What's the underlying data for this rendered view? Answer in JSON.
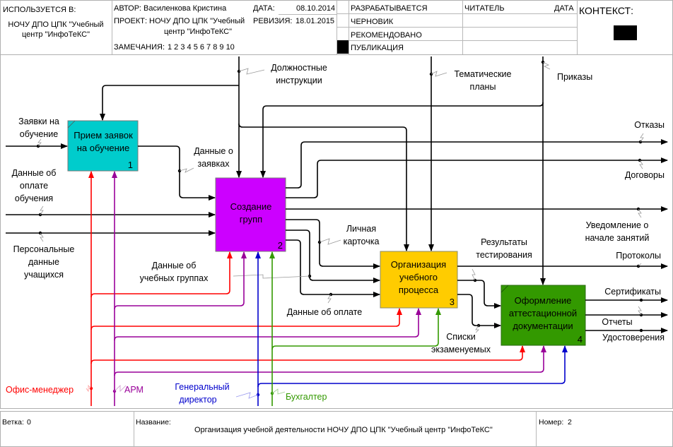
{
  "header": {
    "used_in_label": "ИСПОЛЬЗУЕТСЯ В:",
    "used_in_value_line1": "НОЧУ ДПО ЦПК \"Учебный",
    "used_in_value_line2": "центр \"ИнфоТеКС\"",
    "author_label": "АВТОР:",
    "author_value": "Василенкова Кристина",
    "date_label": "ДАТА:",
    "date_value": "08.10.2014",
    "project_label": "ПРОЕКТ:",
    "project_value_line1": "НОЧУ ДПО ЦПК \"Учебный",
    "project_value_line2": "центр \"ИнфоТеКС\"",
    "revision_label": "РЕВИЗИЯ:",
    "revision_value": "18.01.2015",
    "notes_label": "ЗАМЕЧАНИЯ:",
    "notes_value": "1 2 3 4 5 6 7 8 9 10",
    "status": [
      {
        "label": "РАЗРАБАТЫВАЕТСЯ",
        "selected": false
      },
      {
        "label": "ЧЕРНОВИК",
        "selected": false
      },
      {
        "label": "РЕКОМЕНДОВАНО",
        "selected": false
      },
      {
        "label": "ПУБЛИКАЦИЯ",
        "selected": true
      }
    ],
    "reader_label": "ЧИТАТЕЛЬ",
    "reader_date_label": "ДАТА",
    "context_label": "КОНТЕКСТ:"
  },
  "boxes": [
    {
      "id": 1,
      "title_line1": "Прием заявок",
      "title_line2": "на обучение",
      "title_line3": "",
      "number": "1",
      "color": "#00cccc"
    },
    {
      "id": 2,
      "title_line1": "Создание",
      "title_line2": "групп",
      "title_line3": "",
      "number": "2",
      "color": "#cc00ff"
    },
    {
      "id": 3,
      "title_line1": "Организация",
      "title_line2": "учебного",
      "title_line3": "процесса",
      "number": "3",
      "color": "#ffcc00"
    },
    {
      "id": 4,
      "title_line1": "Оформление",
      "title_line2": "аттестационной",
      "title_line3": "документации",
      "number": "4",
      "color": "#339900"
    }
  ],
  "arrow_labels": {
    "zayavki": [
      "Заявки на",
      "обучение"
    ],
    "oplata": [
      "Данные об",
      "оплате",
      "обучения"
    ],
    "personal": [
      "Персональные",
      "данные",
      "учащихся"
    ],
    "dolzh": [
      "Должностные",
      "инструкции"
    ],
    "temat": [
      "Тематические",
      "планы"
    ],
    "prikazy": [
      "Приказы"
    ],
    "dannye_zayavki": [
      "Данные о",
      "заявках"
    ],
    "otkazy": [
      "Отказы"
    ],
    "dogovory": [
      "Договоры"
    ],
    "uvedomlenie": [
      "Уведомление о",
      "начале занятий"
    ],
    "lichnaya": [
      "Личная",
      "карточка"
    ],
    "rezultaty": [
      "Результаты",
      "тестирования"
    ],
    "protokoly": [
      "Протоколы"
    ],
    "uchebnye_gruppy": [
      "Данные об",
      "учебных группах"
    ],
    "dannye_oplate": [
      "Данные об оплате"
    ],
    "sertifikaty": [
      "Сертификаты"
    ],
    "otchety": [
      "Отчеты"
    ],
    "udostovereniya": [
      "Удостоверения"
    ],
    "spiski": [
      "Списки",
      "экзаменуемых"
    ]
  },
  "mechanisms": [
    {
      "key": "office",
      "label": "Офис-менеджер",
      "color": "#ff0000"
    },
    {
      "key": "arm",
      "label": "АРМ",
      "color": "#990099"
    },
    {
      "key": "director",
      "label_line1": "Генеральный",
      "label_line2": "директор",
      "color": "#0000cc"
    },
    {
      "key": "accountant",
      "label": "Бухгалтер",
      "color": "#339900"
    }
  ],
  "footer": {
    "branch_label": "Ветка:",
    "branch_value": "0",
    "name_label": "Название:",
    "name_value": "Организация учебной деятельности НОЧУ ДПО ЦПК \"Учебный центр \"ИнфоТеКС\"",
    "number_label": "Номер:",
    "number_value": "2"
  }
}
